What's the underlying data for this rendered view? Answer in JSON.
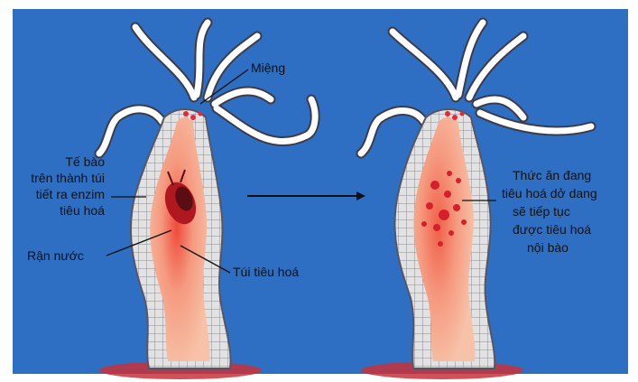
{
  "colors": {
    "background": "#2e6fc4",
    "frame": "#ffffff",
    "tentacle": "#ffffff",
    "tentacle_outline": "#3b3b4a",
    "body_wall": "#dcdcdc",
    "cavity": "#f3a58a",
    "cavity_dark": "#e84a3c",
    "food": "#d4202a",
    "base": "#c8323a"
  },
  "labels": {
    "mouth": "Miệng",
    "cell_line1": "Tế bào",
    "cell_line2": "trên thành túi",
    "cell_line3": "tiết ra enzim",
    "cell_line4": "tiêu hoá",
    "prey": "Rận nước",
    "gut": "Túi tiêu hoá",
    "food_line1": "Thức ăn đang",
    "food_line2": "tiêu hoá dở dang",
    "food_line3": "sẽ tiếp tục",
    "food_line4": "được tiêu hoá",
    "food_line5": "nội bào"
  }
}
